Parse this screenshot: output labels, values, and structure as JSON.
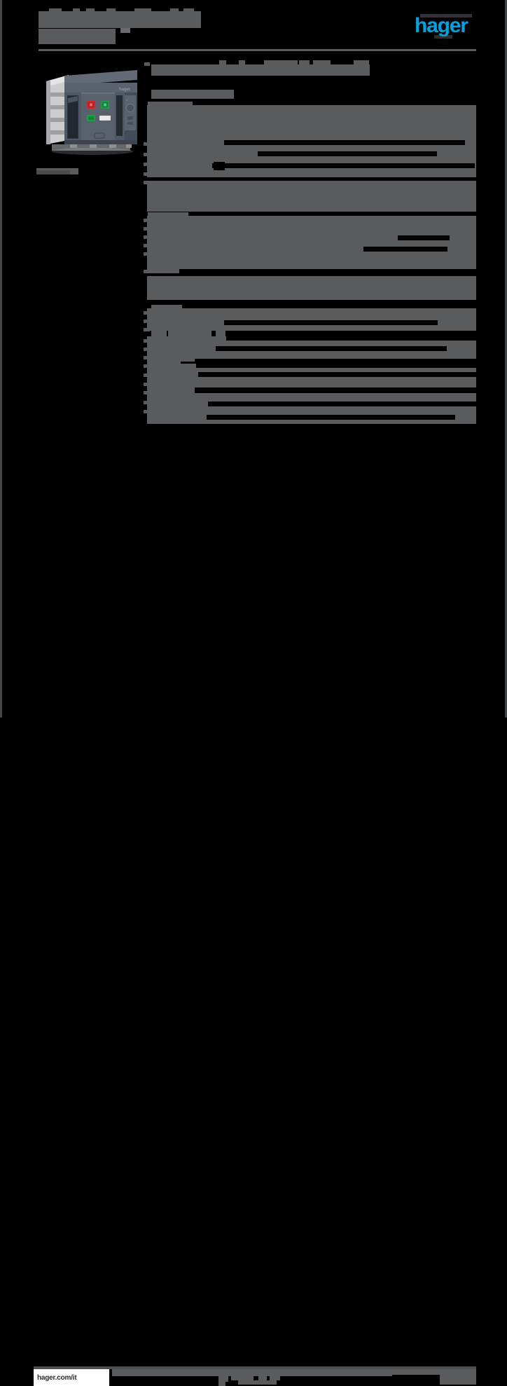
{
  "document": {
    "kind": "product-datasheet-page",
    "brand": "hager",
    "redacted": true,
    "page_background": "#000000",
    "redaction_color": "#5a5b5c",
    "accent_color": "#00a3e0"
  },
  "header": {
    "title_redacted": "",
    "subtitle_redacted": "",
    "logo_text": "hager",
    "rule": ""
  },
  "figure": {
    "caption_redacted": "",
    "product": {
      "name": "air-circuit-breaker",
      "body_color": "#4e5866",
      "body_color_dark": "#3c4450",
      "panel_color": "#59616d",
      "terminal_color": "#c8cacb",
      "button_off_color": "#d4262c",
      "button_on_color": "#1f9c47",
      "label_color": "#e8e8e8",
      "brand_mark": "hager"
    }
  },
  "content": {
    "section_title_redacted": "",
    "section_subtitle_redacted": "",
    "tables": [
      {
        "name": "table-1",
        "rows_redacted": 9
      },
      {
        "name": "table-2",
        "rows_redacted": 8
      },
      {
        "name": "table-3",
        "rows_redacted": 11
      }
    ]
  },
  "footer": {
    "url": "hager.com/it",
    "center_redacted": "",
    "page_number_redacted": ""
  }
}
